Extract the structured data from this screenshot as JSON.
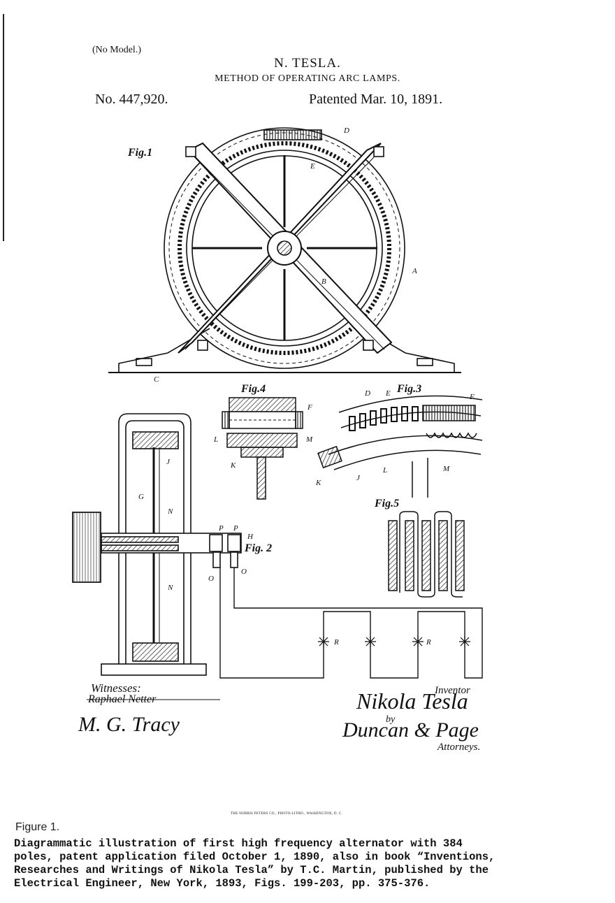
{
  "header": {
    "model_note": "(No Model.)",
    "inventor": "N. TESLA.",
    "title": "METHOD OF OPERATING ARC LAMPS.",
    "patent_number": "No. 447,920.",
    "patent_date": "Patented Mar. 10, 1891."
  },
  "figures": {
    "fig1": "Fig.1",
    "fig2": "Fig. 2",
    "fig3": "Fig.3",
    "fig4": "Fig.4",
    "fig5": "Fig.5"
  },
  "part_letters": {
    "a": "A",
    "b": "B",
    "c": "C",
    "d": "D",
    "e": "E",
    "f": "F",
    "g": "G",
    "j": "J",
    "k": "K",
    "l": "L",
    "m": "M",
    "n": "N",
    "o": "O",
    "p": "P",
    "r": "R",
    "h": "H"
  },
  "signatures": {
    "witnesses_label": "Witnesses:",
    "witness_1": "Raphael Netter",
    "witness_2": "M. G. Tracy",
    "inventor_label": "Inventor",
    "inventor_signature": "Nikola Tesla",
    "by": "by",
    "attorneys_signature": "Duncan & Page",
    "attorneys_label": "Attorneys."
  },
  "printer_credit": "THE NORRIS PETERS CO., PHOTO-LITHO., WASHINGTON, D. C.",
  "figure_caption": {
    "label": "Figure 1.",
    "text": "Diagrammatic illustration of first high frequency alternator with 384\npoles, patent application filed October 1, 1890, also in book “Inventions,\nResearches and Writings of Nikola Tesla” by T.C. Martin, published by the\nElectrical Engineer, New York, 1893, Figs. 199-203, pp. 375-376."
  }
}
